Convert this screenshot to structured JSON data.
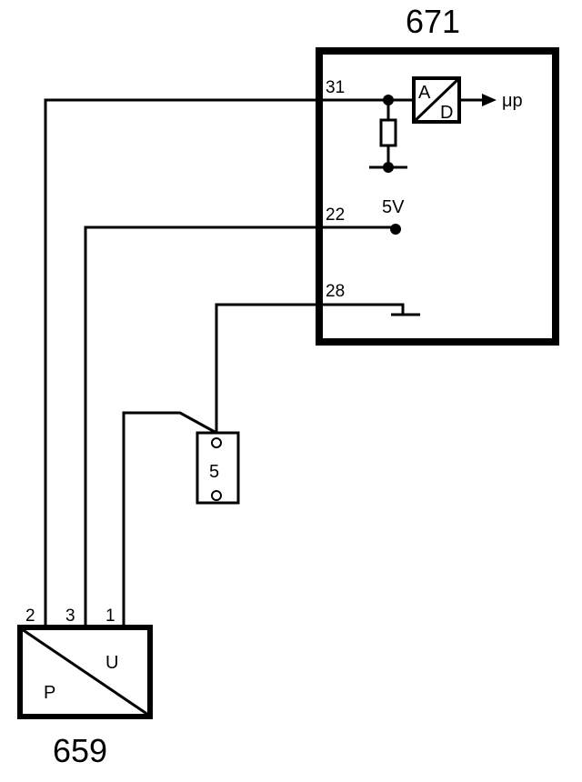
{
  "ecu": {
    "id": "671",
    "pins": [
      "31",
      "22",
      "28"
    ],
    "adc_a": "A",
    "adc_d": "D",
    "output": "μp",
    "supply": "5V"
  },
  "sensor": {
    "id": "659",
    "pins": [
      "2",
      "3",
      "1"
    ],
    "p": "P",
    "u": "U"
  },
  "connector": {
    "id": "5"
  }
}
